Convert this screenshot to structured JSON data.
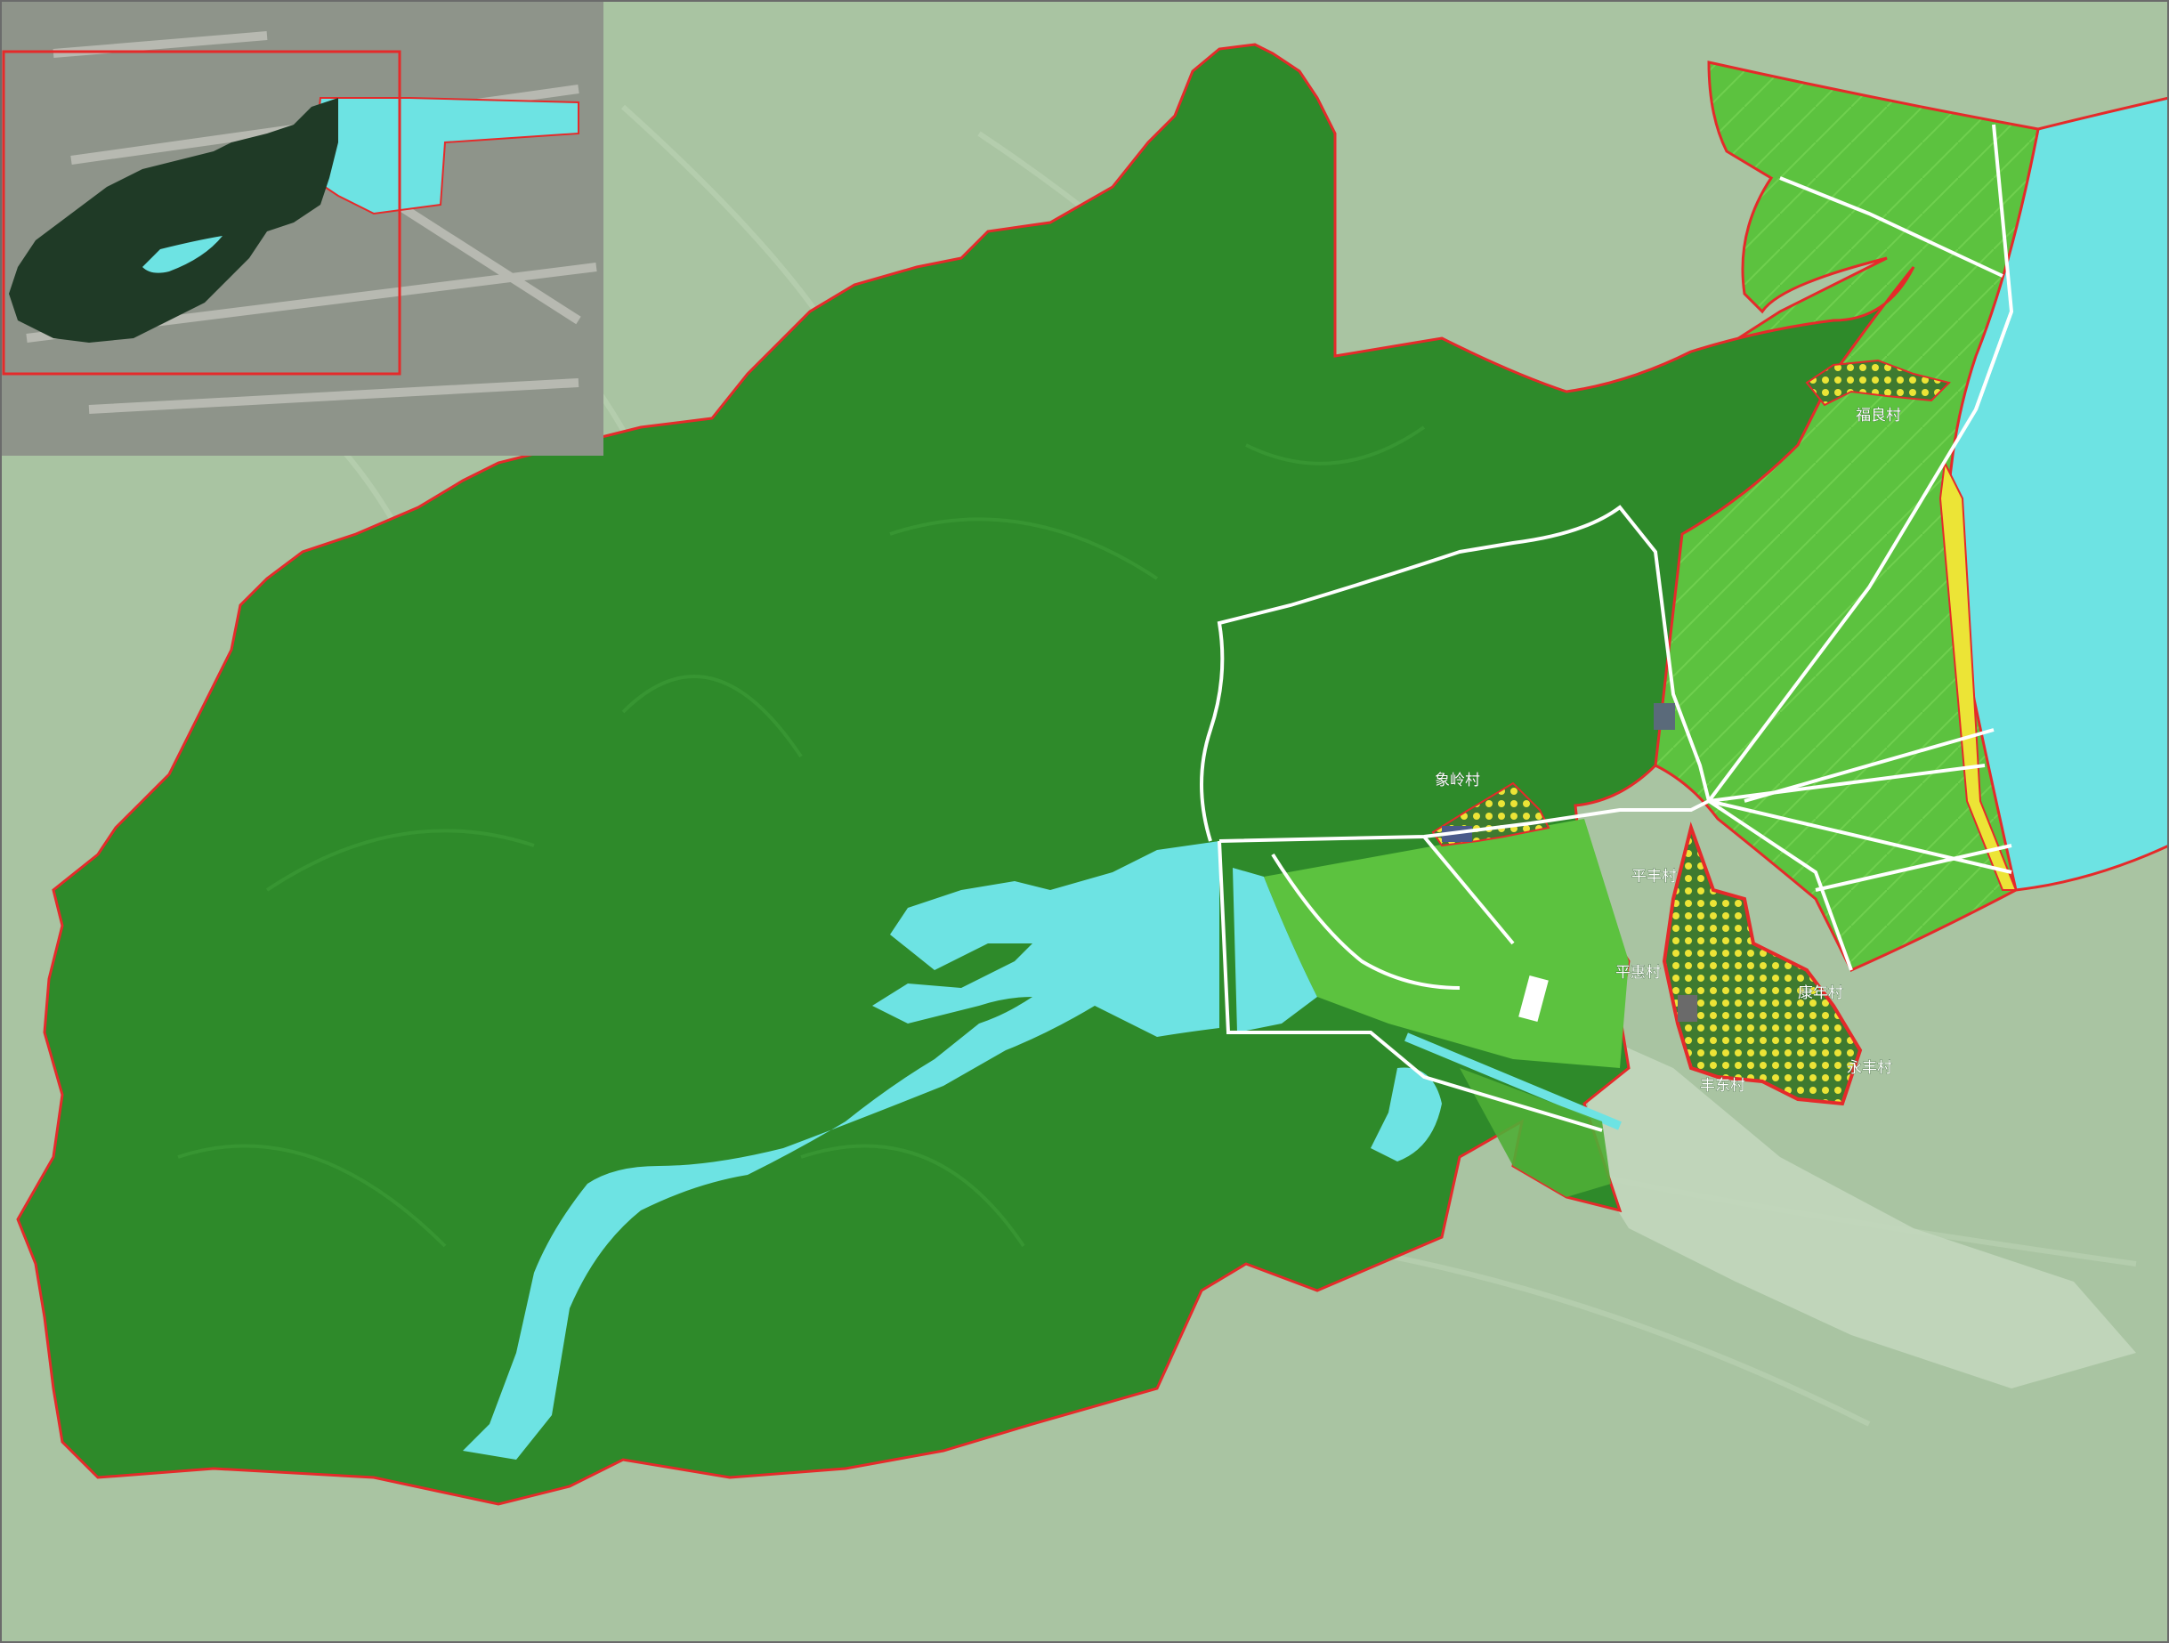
{
  "colors": {
    "background": "#a9c4a2",
    "forest": "#2e8a2a",
    "forest_dark": "#236f20",
    "farmland": "#5cc23f",
    "water": "#6de3e3",
    "boundary": "#e52a2a",
    "road": "#ffffff",
    "settlement": "#e9e23a"
  },
  "villages": [
    {
      "id": "fuliang",
      "label": "福良村"
    },
    {
      "id": "xiangling",
      "label": "象岭村"
    },
    {
      "id": "pingfeng",
      "label": "平丰村"
    },
    {
      "id": "pinghui",
      "label": "平惠村"
    },
    {
      "id": "kangnian",
      "label": "康年村"
    },
    {
      "id": "fengdong",
      "label": "丰东村"
    },
    {
      "id": "yongfeng",
      "label": "永丰村"
    }
  ],
  "inset": {
    "type": "satellite-overview"
  }
}
